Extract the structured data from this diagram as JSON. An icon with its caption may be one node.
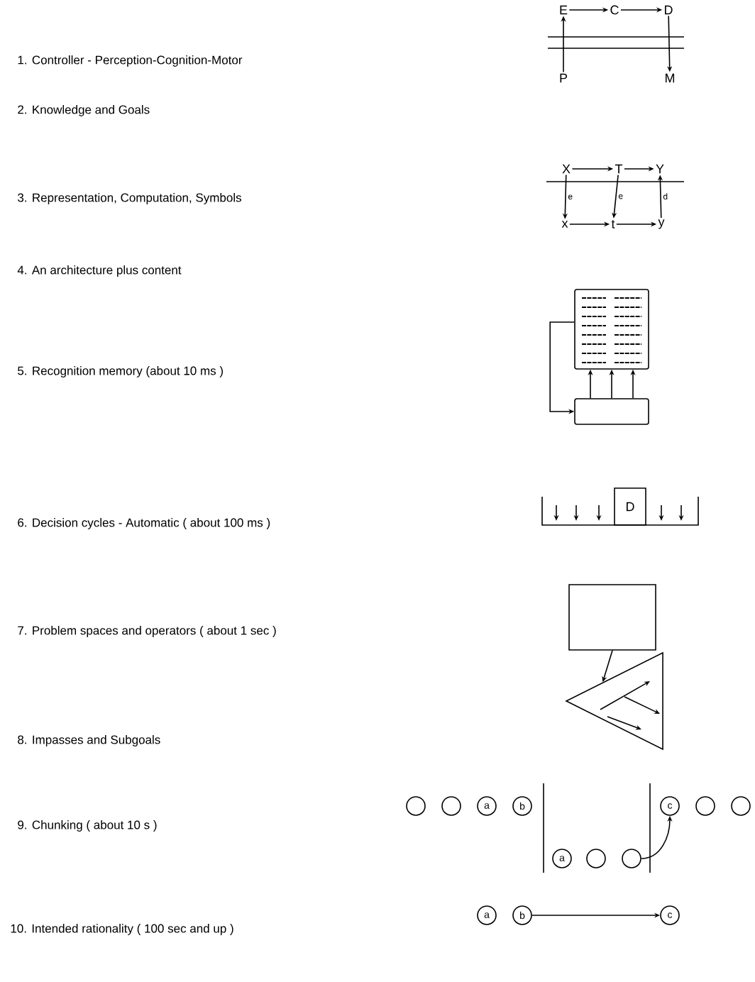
{
  "diagram": {
    "nodes": [
      {
        "text": [
          "E"
        ]
      },
      {
        "text": [
          "C"
        ]
      },
      {
        "text": [
          "D"
        ]
      },
      {
        "text": [
          "P"
        ]
      },
      {
        "text": [
          "M"
        ]
      },
      {
        "text": [
          "X"
        ]
      },
      {
        "text": [
          "T"
        ]
      },
      {
        "text": [
          "Y"
        ]
      },
      {
        "text": [
          "x"
        ]
      },
      {
        "text": [
          "t"
        ]
      },
      {
        "text": [
          "y"
        ]
      },
      {
        "text": [],
        "shape": "box"
      },
      {
        "text": [],
        "shape": "box"
      },
      {
        "text": [
          "D"
        ]
      },
      {
        "text": [],
        "shape": "box"
      },
      {
        "text": [],
        "shape": "triangle"
      },
      {
        "text": [],
        "shape": "circle"
      },
      {
        "text": [],
        "shape": "circle"
      },
      {
        "text": [
          "a"
        ]
      },
      {
        "text": [
          "b"
        ]
      },
      {
        "text": [
          "c"
        ]
      },
      {
        "text": [],
        "shape": "circle"
      },
      {
        "text": [],
        "shape": "circle"
      },
      {
        "text": [
          "a"
        ]
      },
      {
        "text": [],
        "shape": "circle"
      },
      {
        "text": [],
        "shape": "circle"
      },
      {
        "text": [
          "a"
        ]
      },
      {
        "text": [
          "b"
        ]
      },
      {
        "text": [
          "c"
        ]
      }
    ],
    "edges": [
      {
        "from": 0,
        "to": 1,
        "arrow": "to"
      },
      {
        "from": 1,
        "to": 2,
        "arrow": "to"
      },
      {
        "from": 3,
        "to": 0,
        "arrow": "to"
      },
      {
        "from": 2,
        "to": 4,
        "arrow": "to"
      },
      {
        "from": 5,
        "to": 6,
        "arrow": "to"
      },
      {
        "from": 6,
        "to": 7,
        "arrow": "to"
      },
      {
        "from": 5,
        "to": 8,
        "arrow": "to",
        "label": "e"
      },
      {
        "from": 6,
        "to": 9,
        "arrow": "to",
        "label": "e"
      },
      {
        "from": 10,
        "to": 7,
        "arrow": "to",
        "label": "d"
      },
      {
        "from": 8,
        "to": 9,
        "arrow": "to"
      },
      {
        "from": 9,
        "to": 10,
        "arrow": "to"
      },
      {
        "from": 12,
        "to": 11,
        "arrow": "to"
      },
      {
        "from": 12,
        "to": 11,
        "arrow": "to"
      },
      {
        "from": 12,
        "to": 11,
        "arrow": "to"
      },
      {
        "from": 11,
        "to": 12,
        "arrow": "to"
      },
      {
        "from": 14,
        "to": 15,
        "arrow": "to"
      },
      {
        "from": 25,
        "to": 20,
        "arrow": "to"
      },
      {
        "from": 27,
        "to": 28,
        "arrow": "to"
      }
    ],
    "labels": [
      "1. Controller - Perception-Cognition-Motor",
      "2. Knowledge and Goals",
      "3. Representation, Computation, Symbols",
      "4. An architecture plus content",
      "5. Recognition memory (about 10 ms )",
      "6. Decision cycles - Automatic ( about 100 ms )",
      "7. Problem spaces and operators ( about 1 sec )",
      "8. Impasses and Subgoals",
      "9. Chunking ( about 10 s )",
      "10. Intended rationality ( 100 sec and up )"
    ]
  }
}
